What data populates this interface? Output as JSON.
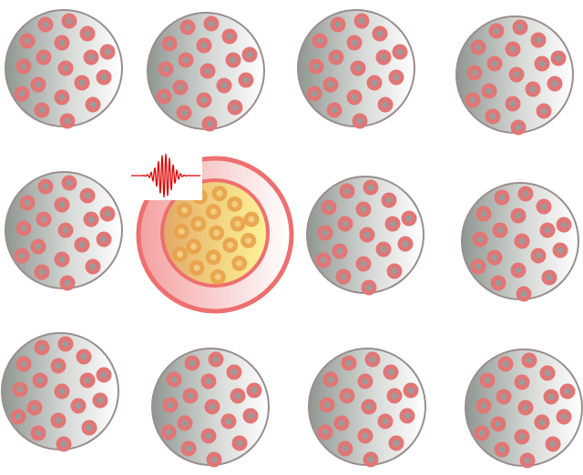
{
  "figure": {
    "colors": {
      "cell_fill_light": "#ffffff",
      "cell_fill_dark": "#8f9791",
      "cell_outline": "#9a8d8d",
      "particle_fill": "#e27676",
      "particle_core": "#9b9b9b",
      "active_fill_light": "#fff29a",
      "active_fill_dark": "#e2a866",
      "active_ring": "#ee6f6f",
      "active_particle_fill": "#e8a24a",
      "active_particle_core": "#f2cc80",
      "pulse_color": "#e00000"
    },
    "cells": [
      {
        "id": "cell-r1-c1",
        "state": "inactive"
      },
      {
        "id": "cell-r1-c2",
        "state": "inactive"
      },
      {
        "id": "cell-r1-c3",
        "state": "inactive"
      },
      {
        "id": "cell-r1-c4",
        "state": "inactive"
      },
      {
        "id": "cell-r2-c1",
        "state": "inactive"
      },
      {
        "id": "cell-r2-c2",
        "state": "excited"
      },
      {
        "id": "cell-r2-c3",
        "state": "inactive"
      },
      {
        "id": "cell-r2-c4",
        "state": "inactive"
      },
      {
        "id": "cell-r3-c1",
        "state": "inactive"
      },
      {
        "id": "cell-r3-c2",
        "state": "inactive"
      },
      {
        "id": "cell-r3-c3",
        "state": "inactive"
      },
      {
        "id": "cell-r3-c4",
        "state": "inactive"
      }
    ],
    "pulse_icon": "wave-packet-icon"
  }
}
